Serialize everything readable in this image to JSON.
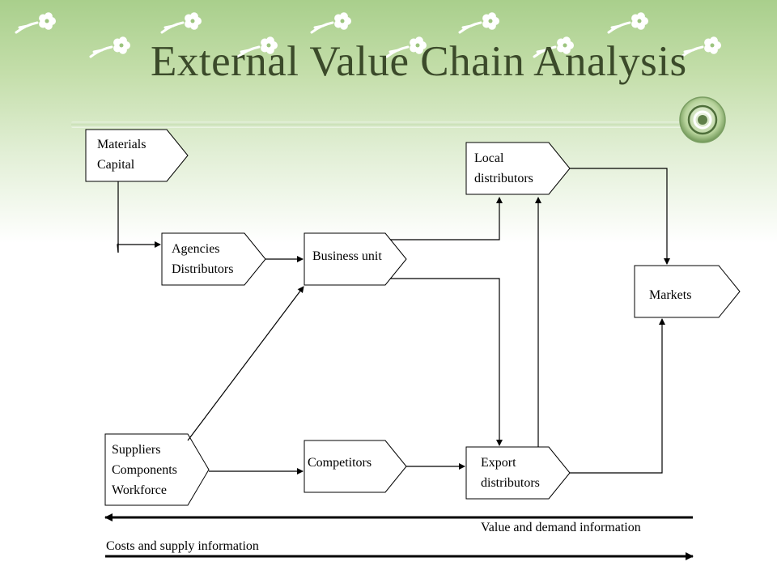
{
  "title": "External Value Chain Analysis",
  "nodes": {
    "materials": {
      "line1": "Materials",
      "line2": "Capital"
    },
    "agencies": {
      "line1": "Agencies",
      "line2": "Distributors"
    },
    "business": {
      "line1": "Business unit"
    },
    "local": {
      "line1": "Local",
      "line2": "distributors"
    },
    "markets": {
      "line1": "Markets"
    },
    "suppliers": {
      "line1": "Suppliers",
      "line2": "Components",
      "line3": "Workforce"
    },
    "competitors": {
      "line1": "Competitors"
    },
    "export": {
      "line1": "Export",
      "line2": "distributors"
    }
  },
  "flows": {
    "value_label": "Value and demand information",
    "cost_label": "Costs and supply information"
  },
  "colors": {
    "accent": "#3b4a2a",
    "background_top": "#a9cf8c"
  },
  "decor": {
    "flower": "flower-icon",
    "badge": "knot-emblem-icon"
  }
}
